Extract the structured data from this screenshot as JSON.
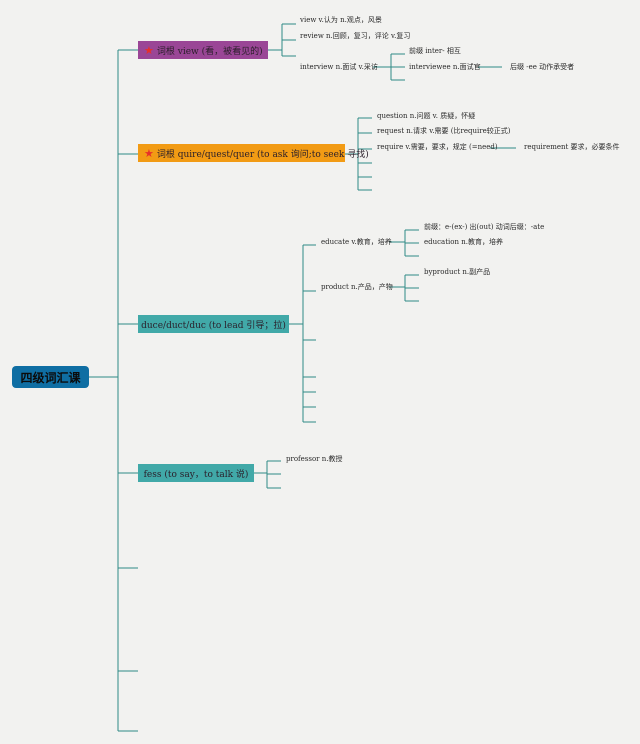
{
  "root": {
    "label": "四级词汇课"
  },
  "topics": [
    {
      "label": "词根 view (看，被看见的)",
      "starred": true,
      "children": [
        {
          "label": "view v.认为 n.观点，风景"
        },
        {
          "label": "review n.回顾，复习，评论 v.复习"
        },
        {
          "label": "interview n.面试 v.采访"
        },
        {
          "label": "前缀 inter- 相互"
        },
        {
          "label": "interviewee n.面试官"
        },
        {
          "label": "后缀 -ee 动作承受者"
        }
      ]
    },
    {
      "label": "词根 quire/quest/quer (to ask 询问;to seek 寻找)",
      "starred": true,
      "children": [
        {
          "label": "question n.问题 v. 质疑，怀疑"
        },
        {
          "label": "request n.请求 v.需要 (比require较正式)"
        },
        {
          "label": "require v.需要，要求，规定 (=need)"
        },
        {
          "label": "requirement 要求，必要条件"
        }
      ]
    },
    {
      "label": "duce/duct/duc (to lead 引导；拉)",
      "starred": false,
      "children": [
        {
          "label": "educate v.教育，培养"
        },
        {
          "label": "前缀：e-(ex-) 出(out) 动词后缀：-ate"
        },
        {
          "label": "education n.教育，培养"
        },
        {
          "label": "product n.产品，产物"
        },
        {
          "label": "byproduct n.副产品"
        }
      ]
    },
    {
      "label": "fess (to say，to talk 说)",
      "starred": false,
      "children": [
        {
          "label": "professor n.教授"
        }
      ]
    }
  ],
  "colors": {
    "root": "#0f6ea3",
    "view": "#9a4696",
    "quire": "#f29b14",
    "duce": "#41a9a8",
    "fess": "#41a9a8",
    "connector": "#2f8a86",
    "star": "#e6302a",
    "background": "#f2f2f0"
  },
  "icons": {
    "priority_marker": "star-icon"
  }
}
